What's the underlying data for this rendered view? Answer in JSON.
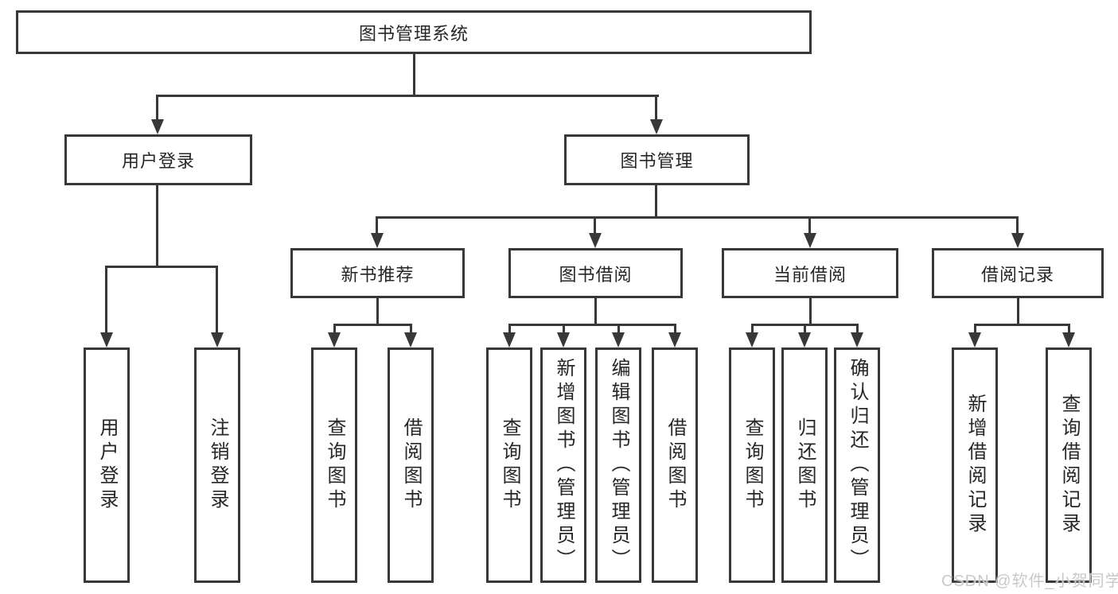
{
  "diagram": {
    "title": "图书管理系统",
    "root": {
      "label": "图书管理系统"
    },
    "level2": [
      {
        "label": "用户登录"
      },
      {
        "label": "图书管理"
      }
    ],
    "level3": [
      {
        "label": "新书推荐"
      },
      {
        "label": "图书借阅"
      },
      {
        "label": "当前借阅"
      },
      {
        "label": "借阅记录"
      }
    ],
    "leaves": [
      {
        "label": "用户登录"
      },
      {
        "label": "注销登录"
      },
      {
        "label": "查询图书"
      },
      {
        "label": "借阅图书"
      },
      {
        "label": "查询图书"
      },
      {
        "label": "新增图书（管理员）"
      },
      {
        "label": "编辑图书（管理员）"
      },
      {
        "label": "借阅图书"
      },
      {
        "label": "查询图书"
      },
      {
        "label": "归还图书"
      },
      {
        "label": "确认归还（管理员）"
      },
      {
        "label": "新增借阅记录"
      },
      {
        "label": "查询借阅记录"
      }
    ],
    "watermark": "CSDN @软件_小贺同学",
    "colors": {
      "line": "#383838",
      "box_border": "#383838",
      "text": "#262626",
      "watermark": "#c6c6c6",
      "background": "#ffffff"
    }
  }
}
